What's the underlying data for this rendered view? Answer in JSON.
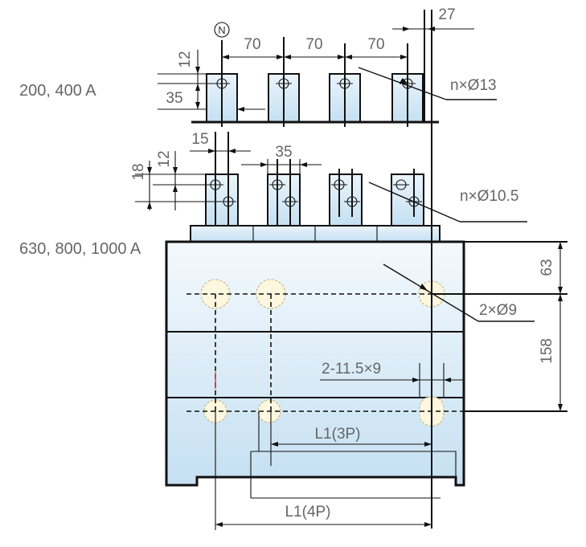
{
  "labels": {
    "phase_n": "N",
    "rating_small": "200, 400 A",
    "rating_large": "630, 800, 1000 A",
    "dim_pitch_1": "70",
    "dim_pitch_2": "70",
    "dim_pitch_3": "70",
    "dim_offset_top": "27",
    "dim_12_top": "12",
    "dim_35_top": "35",
    "hole_13": "n×Ø13",
    "dim_15": "15",
    "dim_35_mid": "35",
    "dim_18": "18",
    "dim_12_mid": "12",
    "hole_10_5": "n×Ø10.5",
    "dim_63": "63",
    "mount_holes": "2×Ø9",
    "dim_158": "158",
    "slot": "2-11.5×9",
    "l1_3p": "L1(3P)",
    "l1_4p": "L1(4P)"
  },
  "colors": {
    "body_light": "#f4f9fd",
    "body_dark": "#c5e0f2",
    "hole_fill": "#fdf7df",
    "line": "#111111",
    "text": "#666666"
  }
}
